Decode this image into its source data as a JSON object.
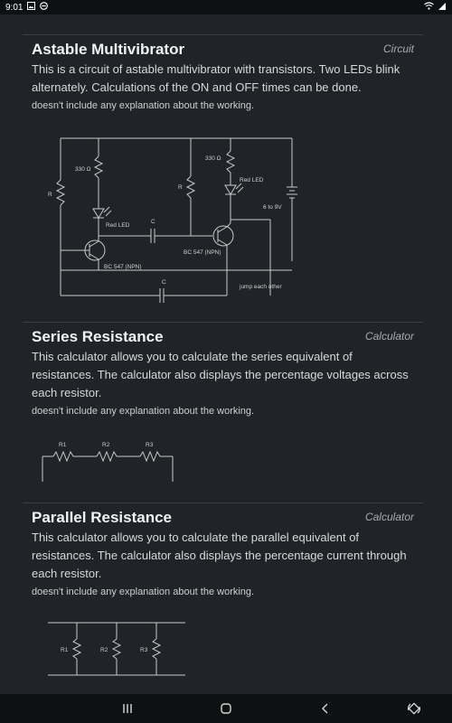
{
  "status_bar": {
    "time": "9:01",
    "icons": [
      "image-icon",
      "do-not-disturb-icon",
      "wifi-icon",
      "battery-icon"
    ]
  },
  "cards": [
    {
      "title": "Astable Multivibrator",
      "type": "Circuit",
      "description": "This is a circuit of astable multivibrator with transistors. Two LEDs blink alternately. Calculations of the ON and OFF times can be done.",
      "note": "doesn't include any explanation about the working.",
      "diagram_labels": {
        "r_left": "R",
        "r_mid": "R",
        "res_330_left": "330 Ω",
        "res_330_right": "330 Ω",
        "led_left": "Red LED",
        "led_right": "Red LED",
        "cap_top": "C",
        "cap_bottom": "C",
        "transistor_left": "BC 547 (NPN)",
        "transistor_right": "BC 547 (NPN)",
        "battery": "6 to 9V",
        "jump": "jump each other"
      }
    },
    {
      "title": "Series Resistance",
      "type": "Calculator",
      "description": "This calculator allows you to calculate the series equivalent of resistances. The calculator also displays the percentage voltages across each resistor.",
      "note": "doesn't include any explanation about the working.",
      "diagram_labels": {
        "r1": "R1",
        "r2": "R2",
        "r3": "R3"
      }
    },
    {
      "title": "Parallel Resistance",
      "type": "Calculator",
      "description": "This calculator allows you to calculate the parallel equivalent of resistances. The calculator also displays the percentage current through each resistor.",
      "note": "doesn't include any explanation about the working.",
      "diagram_labels": {
        "r1": "R1",
        "r2": "R2",
        "r3": "R3"
      }
    }
  ],
  "nav_bar": {
    "icons": [
      "recent-apps-icon",
      "home-icon",
      "back-icon",
      "rotate-icon"
    ]
  },
  "colors": {
    "background": "#202327",
    "system_bar": "#0e1012",
    "divider": "#3a3e44",
    "title": "#f2f2f2",
    "type_label": "#a8abb0"
  }
}
